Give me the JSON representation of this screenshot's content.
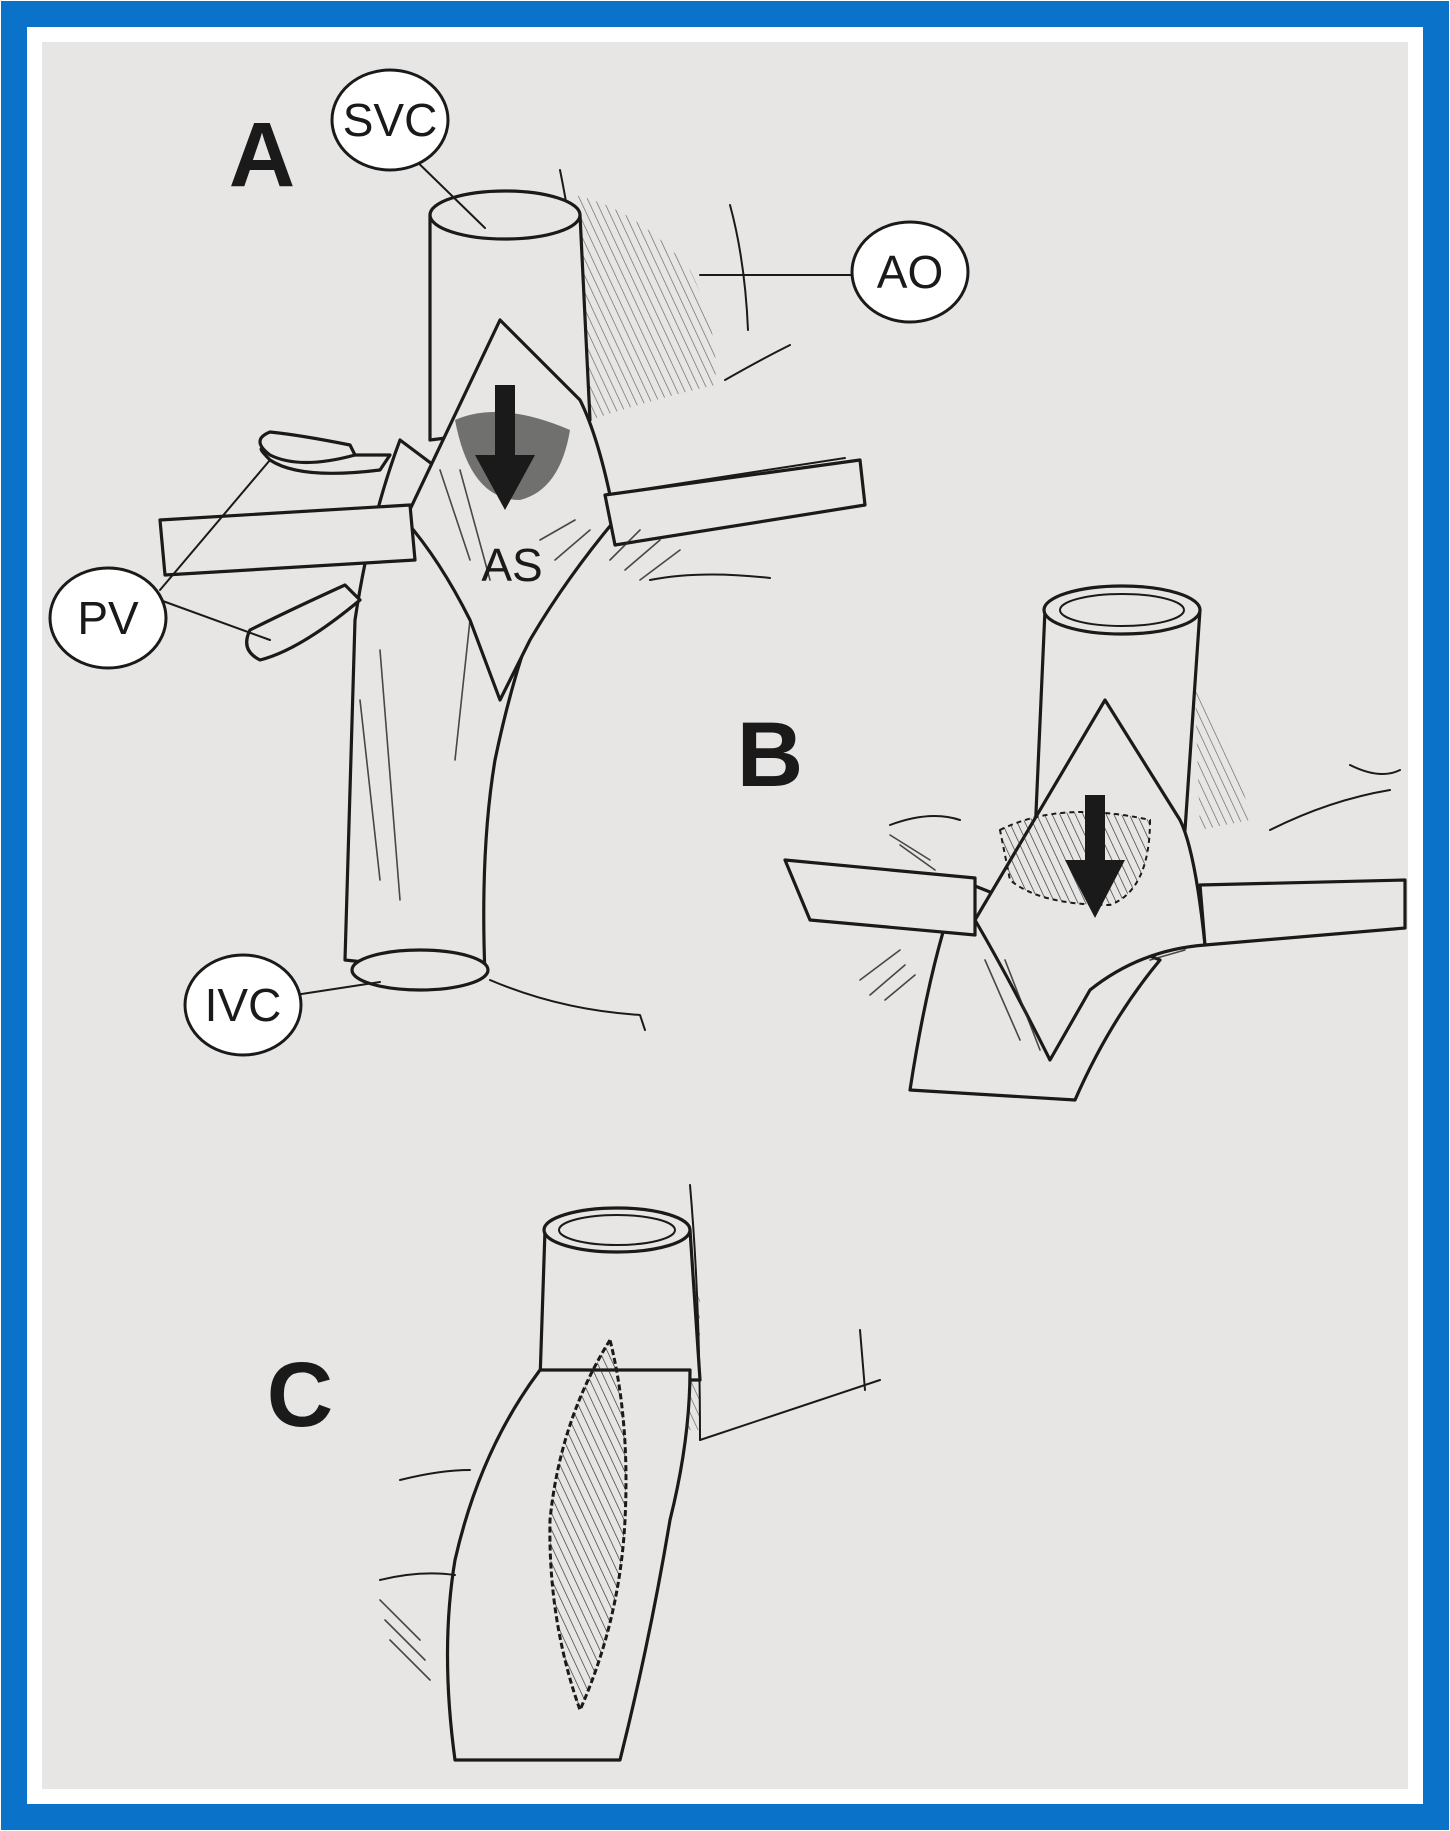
{
  "colors": {
    "frame_border": "#0a73c9",
    "paper": "#e7e6e4",
    "ink": "#1a1a1a"
  },
  "panels": {
    "a": "A",
    "b": "B",
    "c": "C"
  },
  "labels": {
    "svc": "SVC",
    "ao": "AO",
    "pv": "PV",
    "ivc": "IVC",
    "as": "AS"
  }
}
